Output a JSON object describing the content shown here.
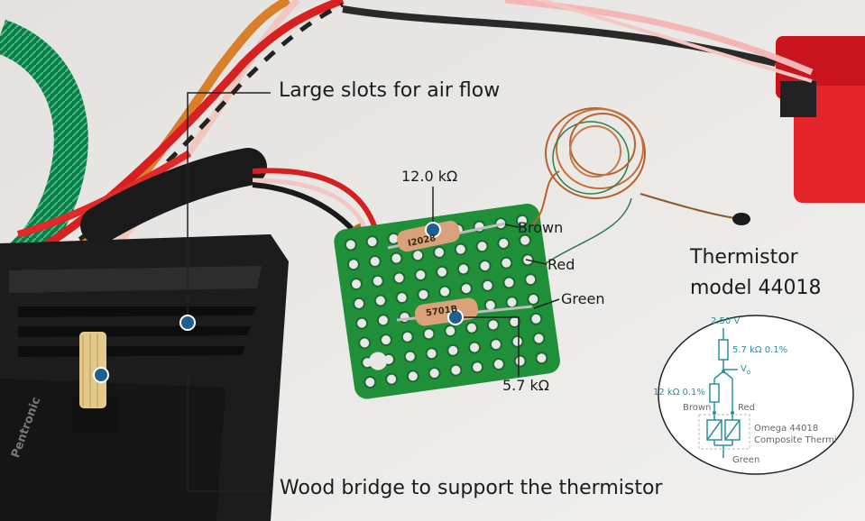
{
  "callouts": {
    "air_flow": "Large slots for air flow",
    "wood_bridge": "Wood bridge to support the thermistor",
    "resistor_top": "12.0 kΩ",
    "resistor_bottom": "5.7 kΩ",
    "wire_brown": "Brown",
    "wire_red": "Red",
    "wire_green": "Green",
    "thermistor_line1": "Thermistor",
    "thermistor_line2": "model 44018"
  },
  "pcb": {
    "resistor_top_code": "I2028",
    "resistor_bottom_code": "5701B"
  },
  "enclosure": {
    "brand_text": "Pentronic"
  },
  "schematic": {
    "supply": "2.50 V",
    "r1": "5.7 kΩ 0.1%",
    "vo": "V",
    "vo_sub": "o",
    "r2": "12 kΩ 0.1%",
    "brown": "Brown",
    "red": "Red",
    "part1": "Omega 44018",
    "part2": "Composite Thermi",
    "green": "Green"
  },
  "colors": {
    "marker": "#1f5f8f",
    "pcb_green": "#1f8f3a",
    "schematic_teal": "#2a8fa0",
    "enclosure_black": "#1c1c1c"
  }
}
